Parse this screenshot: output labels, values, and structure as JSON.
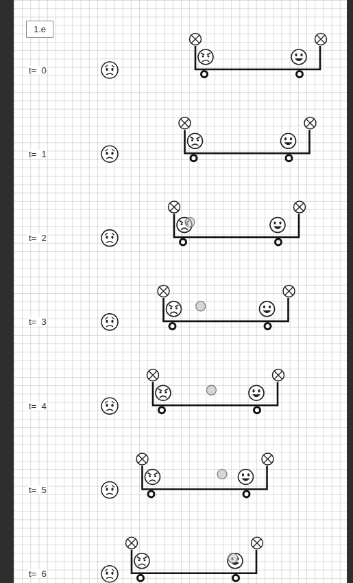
{
  "diagram": {
    "nodes": [
      {
        "text": [
          "1.e"
        ]
      }
    ],
    "labels": [
      "t=  0",
      "t=  1",
      "t=  2",
      "t=  3",
      "t=  4",
      "t=  5",
      "t=  6"
    ]
  }
}
